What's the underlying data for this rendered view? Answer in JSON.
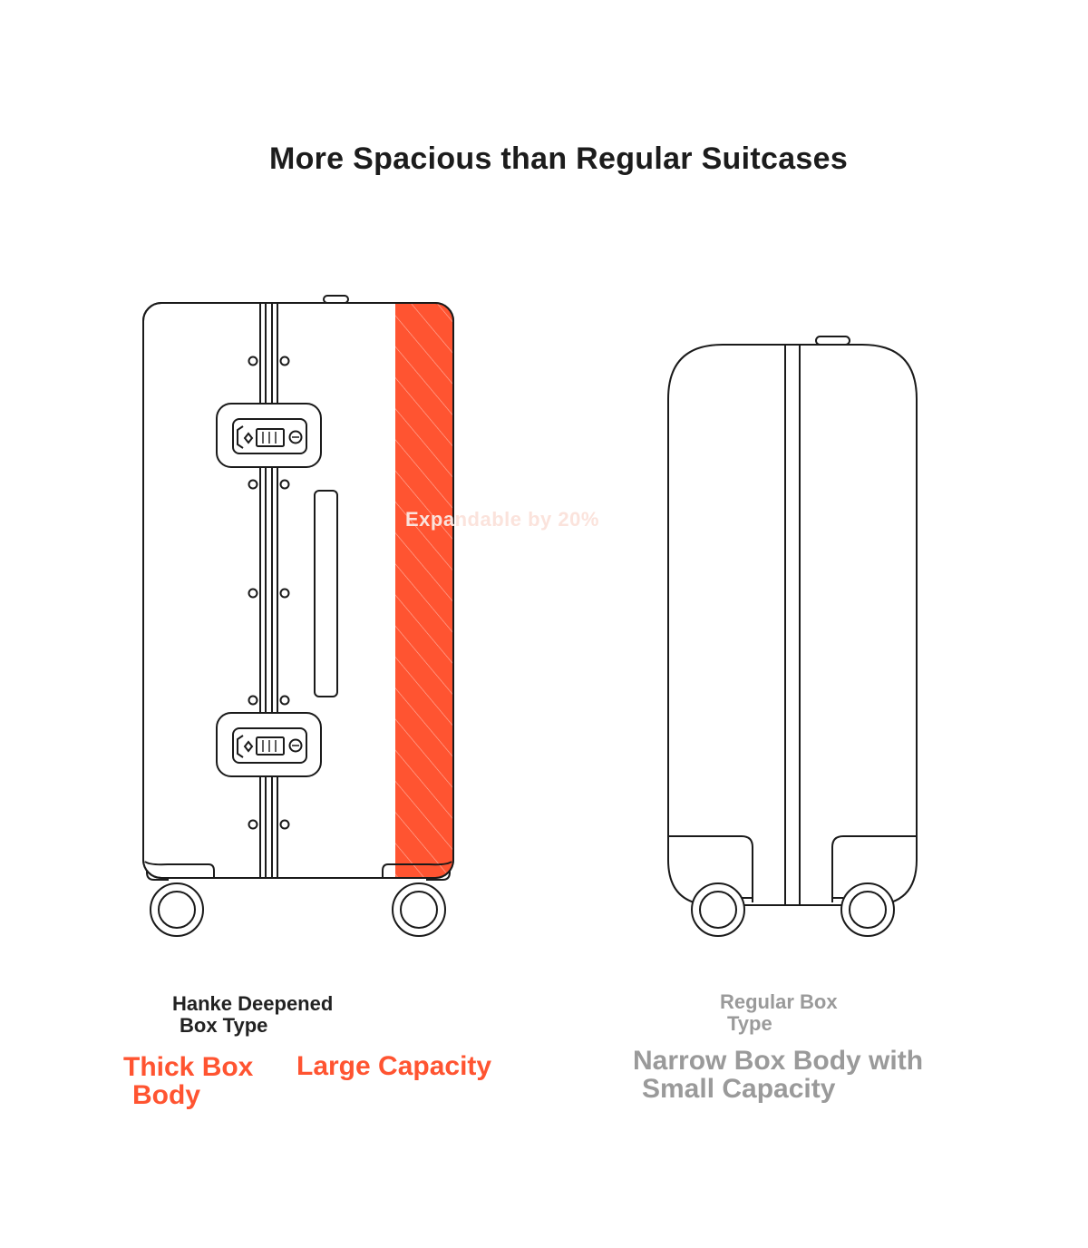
{
  "title": "More Spacious than Regular Suitcases",
  "expand_note": "Expandable by 20%",
  "left": {
    "type_line1": "Hanke Deepened",
    "type_line2": "Box Type",
    "feature1_line1": "Thick Box",
    "feature1_line2": "Body",
    "feature2": "Large Capacity"
  },
  "right": {
    "type_line1": "Regular Box",
    "type_line2": "Type",
    "feature_line1": "Narrow Box Body with",
    "feature_line2": "Small Capacity"
  },
  "colors": {
    "accent": "#ff5431",
    "muted": "#9a9a9a",
    "outline": "#1a1a1a",
    "title": "#1c1c1c"
  }
}
